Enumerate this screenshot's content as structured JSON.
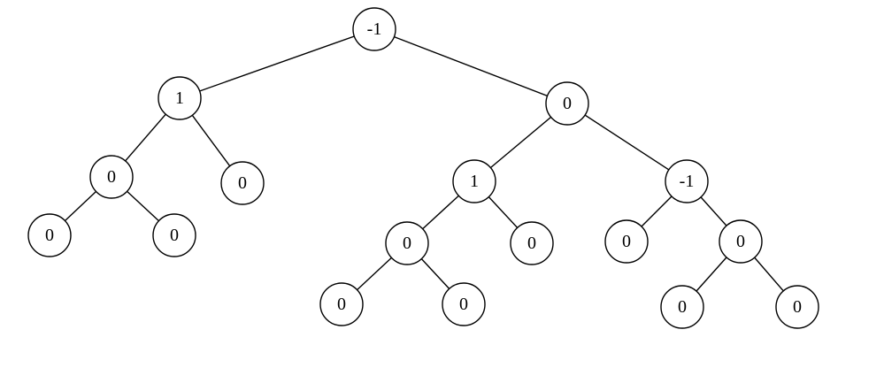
{
  "tree": {
    "nodes": [
      {
        "id": "n0",
        "label": "-1"
      },
      {
        "id": "n1",
        "label": "1"
      },
      {
        "id": "n2",
        "label": "0"
      },
      {
        "id": "n3",
        "label": "0"
      },
      {
        "id": "n4",
        "label": "0"
      },
      {
        "id": "n5",
        "label": "0"
      },
      {
        "id": "n6",
        "label": "0"
      },
      {
        "id": "n7",
        "label": "1"
      },
      {
        "id": "n8",
        "label": "-1"
      },
      {
        "id": "n9",
        "label": "0"
      },
      {
        "id": "n10",
        "label": "0"
      },
      {
        "id": "n11",
        "label": "0"
      },
      {
        "id": "n12",
        "label": "0"
      },
      {
        "id": "n13",
        "label": "0"
      },
      {
        "id": "n14",
        "label": "0"
      },
      {
        "id": "n15",
        "label": "0"
      },
      {
        "id": "n16",
        "label": "0"
      }
    ],
    "edges": [
      [
        "n0",
        "n1"
      ],
      [
        "n0",
        "n2"
      ],
      [
        "n1",
        "n3"
      ],
      [
        "n1",
        "n4"
      ],
      [
        "n3",
        "n5"
      ],
      [
        "n3",
        "n6"
      ],
      [
        "n2",
        "n7"
      ],
      [
        "n2",
        "n8"
      ],
      [
        "n7",
        "n9"
      ],
      [
        "n7",
        "n10"
      ],
      [
        "n9",
        "n11"
      ],
      [
        "n9",
        "n12"
      ],
      [
        "n8",
        "n13"
      ],
      [
        "n8",
        "n14"
      ],
      [
        "n14",
        "n15"
      ],
      [
        "n14",
        "n16"
      ]
    ]
  }
}
